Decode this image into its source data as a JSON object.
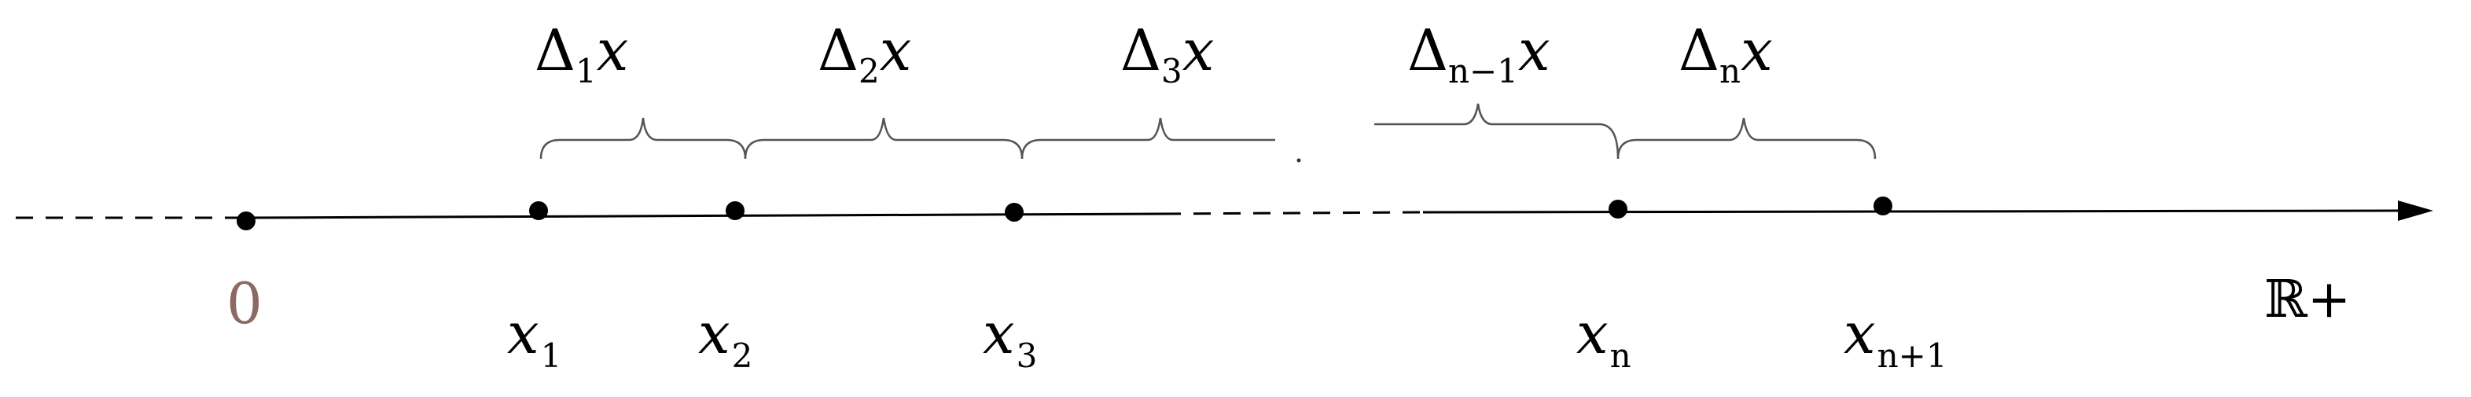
{
  "origin_label": "0",
  "origin_color": "#8b6a63",
  "axis_label": "ℝ+",
  "line_color": "#000000",
  "points": [
    {
      "var": "x",
      "sub": "1"
    },
    {
      "var": "x",
      "sub": "2"
    },
    {
      "var": "x",
      "sub": "3"
    },
    {
      "var": "x",
      "sub": "n"
    },
    {
      "var": "x",
      "sub": "n+1"
    }
  ],
  "intervals": [
    {
      "delta": "Δ",
      "sub": "1",
      "var": "x"
    },
    {
      "delta": "Δ",
      "sub": "2",
      "var": "x"
    },
    {
      "delta": "Δ",
      "sub": "3",
      "var": "x"
    },
    {
      "delta": "Δ",
      "sub": "n−1",
      "var": "x"
    },
    {
      "delta": "Δ",
      "sub": "n",
      "var": "x"
    }
  ]
}
